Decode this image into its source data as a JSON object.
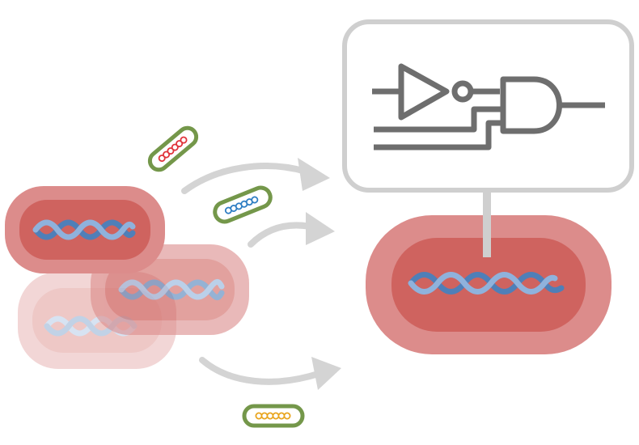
{
  "diagram": {
    "colors": {
      "background": "#ffffff",
      "cell_outer": "#dc8c8b",
      "cell_inner": "#cf635f",
      "dna_light": "#8fb2dc",
      "dna_dark": "#4f7fb8",
      "arrow": "#d4d4d4",
      "circuit_box_border": "#cfcfcf",
      "circuit_gate": "#6e6e6e",
      "plasmid_border": "#74974a",
      "plasmid_red": "#e0343b",
      "plasmid_blue": "#2f7ec3",
      "plasmid_yellow": "#e9a51f"
    },
    "elements": {
      "input_cells": [
        "cell",
        "cell",
        "cell"
      ],
      "plasmids": [
        "red-plasmid",
        "blue-plasmid",
        "yellow-plasmid"
      ],
      "output_cell": "engineered-cell",
      "circuit_gates": [
        "not-gate",
        "and-gate"
      ]
    }
  }
}
